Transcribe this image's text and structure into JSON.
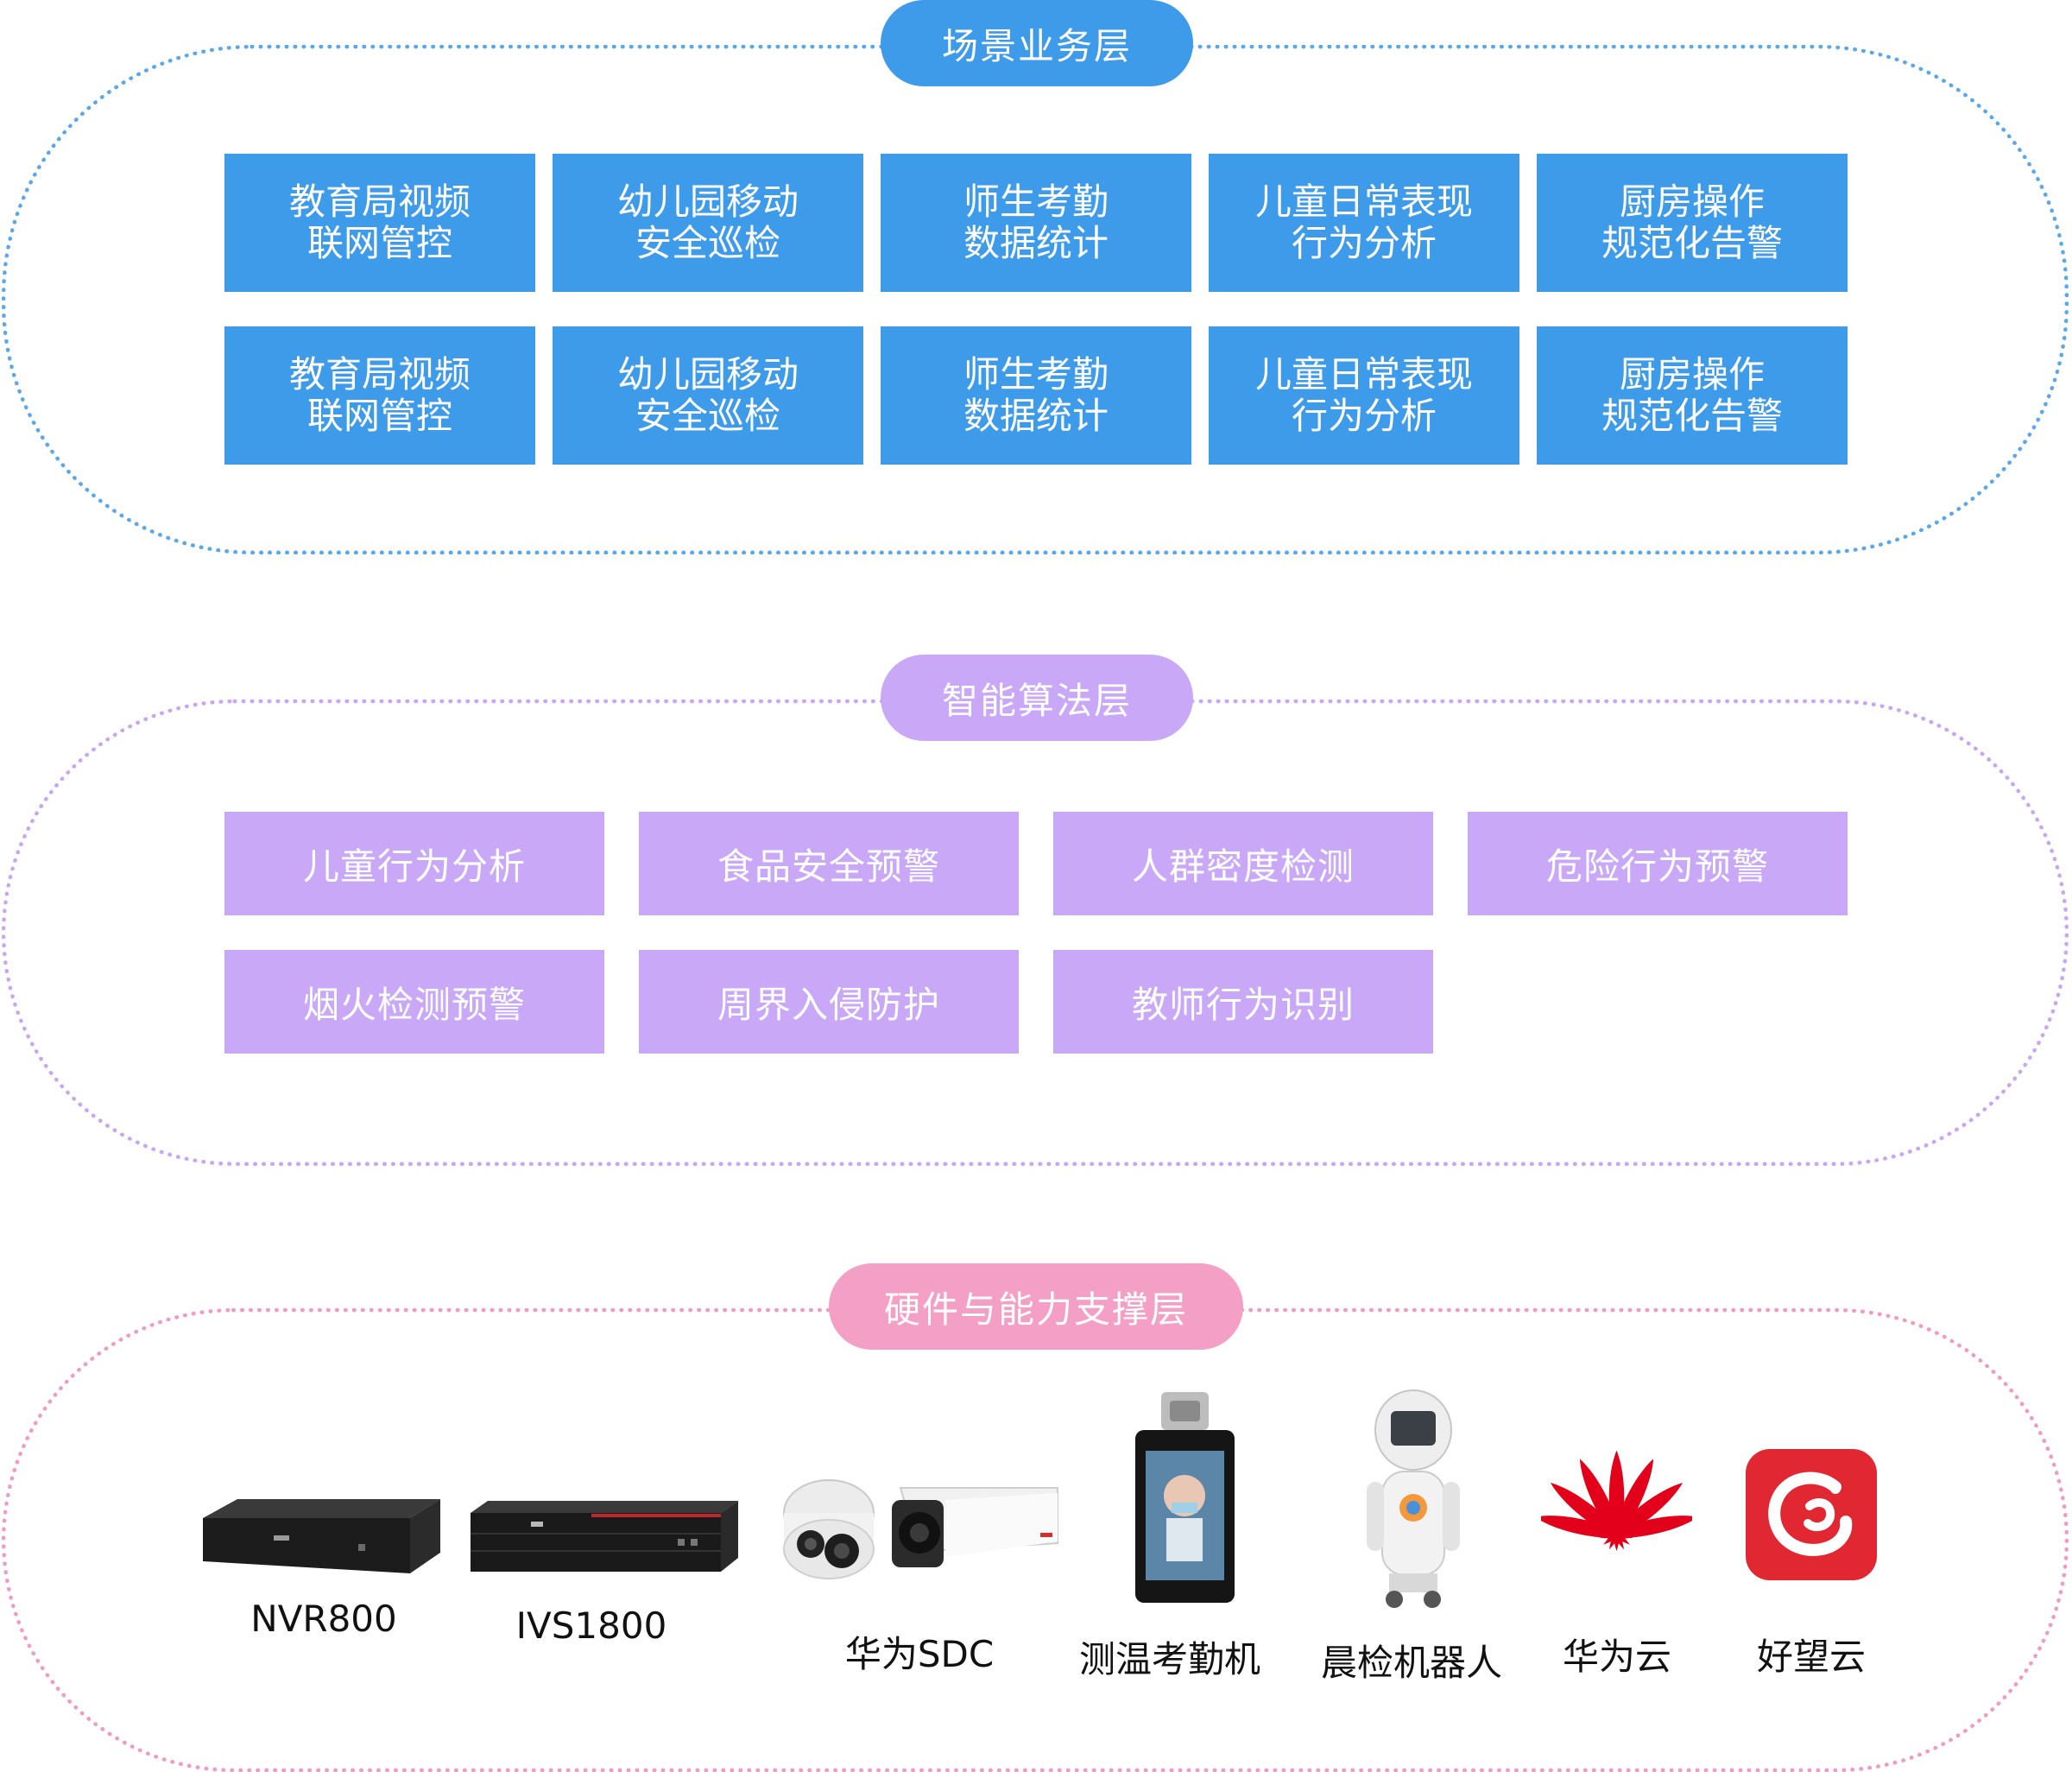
{
  "layers": {
    "business": {
      "title": "场景业务层",
      "items": [
        "教育局视频\n联网管控",
        "幼儿园移动\n安全巡检",
        "师生考勤\n数据统计",
        "儿童日常表现\n行为分析",
        "厨房操作\n规范化告警",
        "教育局视频\n联网管控",
        "幼儿园移动\n安全巡检",
        "师生考勤\n数据统计",
        "儿童日常表现\n行为分析",
        "厨房操作\n规范化告警"
      ]
    },
    "algorithm": {
      "title": "智能算法层",
      "items": [
        "儿童行为分析",
        "食品安全预警",
        "人群密度检测",
        "危险行为预警",
        "烟火检测预警",
        "周界入侵防护",
        "教师行为识别"
      ]
    },
    "hardware": {
      "title": "硬件与能力支撑层",
      "items": [
        "NVR800",
        "IVS1800",
        "华为SDC",
        "测温考勤机",
        "晨检机器人",
        "华为云",
        "好望云"
      ]
    }
  },
  "colors": {
    "business": "#3d9be9",
    "algorithm": "#c8a8f7",
    "hardware": "#f4a0c6",
    "huawei_red": "#e3001b"
  },
  "icons": [
    "nvr-device-icon",
    "ivs-server-icon",
    "dome-camera-icon",
    "bullet-camera-icon",
    "temperature-terminal-icon",
    "robot-icon",
    "huawei-logo-icon",
    "haowang-logo-icon"
  ]
}
